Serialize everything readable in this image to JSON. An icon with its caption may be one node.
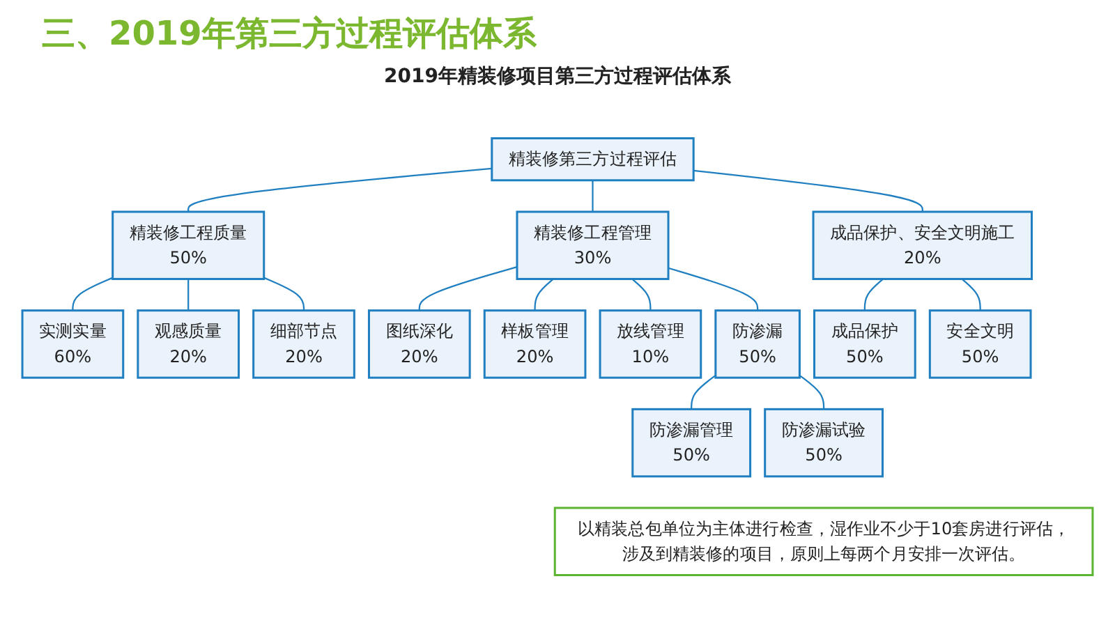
{
  "diagram": {
    "title": "三、2019年第三方过程评估体系",
    "nodes": [
      {
        "text": [
          "精装修第三方过程评估"
        ]
      },
      {
        "text": [
          "精装修工程质量",
          "50%"
        ]
      },
      {
        "text": [
          "精装修工程管理",
          "30%"
        ]
      },
      {
        "text": [
          "成品保护、安全文明施工",
          "20%"
        ]
      },
      {
        "text": [
          "实测实量",
          "60%"
        ]
      },
      {
        "text": [
          "观感质量",
          "20%"
        ]
      },
      {
        "text": [
          "细部节点",
          "20%"
        ]
      },
      {
        "text": [
          "图纸深化",
          "20%"
        ]
      },
      {
        "text": [
          "样板管理",
          "20%"
        ]
      },
      {
        "text": [
          "放线管理",
          "10%"
        ]
      },
      {
        "text": [
          "防渗漏",
          "50%"
        ]
      },
      {
        "text": [
          "成品保护",
          "50%"
        ]
      },
      {
        "text": [
          "安全文明",
          "50%"
        ]
      },
      {
        "text": [
          "防渗漏管理",
          "50%"
        ]
      },
      {
        "text": [
          "防渗漏试验",
          "50%"
        ]
      },
      {
        "text": [
          "以精装总包单位为主体进行检查，湿作业不少于10套房进行评估，涉及到精装修的项目，原则上每两个月安排一次评估。"
        ]
      }
    ],
    "edges": [
      {
        "from": 0,
        "to": 1,
        "arrow": "none"
      },
      {
        "from": 0,
        "to": 2,
        "arrow": "none"
      },
      {
        "from": 0,
        "to": 3,
        "arrow": "none"
      },
      {
        "from": 1,
        "to": 4,
        "arrow": "none"
      },
      {
        "from": 1,
        "to": 5,
        "arrow": "none"
      },
      {
        "from": 1,
        "to": 6,
        "arrow": "none"
      },
      {
        "from": 2,
        "to": 7,
        "arrow": "none"
      },
      {
        "from": 2,
        "to": 8,
        "arrow": "none"
      },
      {
        "from": 2,
        "to": 9,
        "arrow": "none"
      },
      {
        "from": 2,
        "to": 10,
        "arrow": "none"
      },
      {
        "from": 3,
        "to": 11,
        "arrow": "none"
      },
      {
        "from": 3,
        "to": 12,
        "arrow": "none"
      },
      {
        "from": 10,
        "to": 13,
        "arrow": "none"
      },
      {
        "from": 10,
        "to": 14,
        "arrow": "none"
      }
    ],
    "labels": [
      "2019年精装修项目第三方过程评估体系"
    ]
  }
}
